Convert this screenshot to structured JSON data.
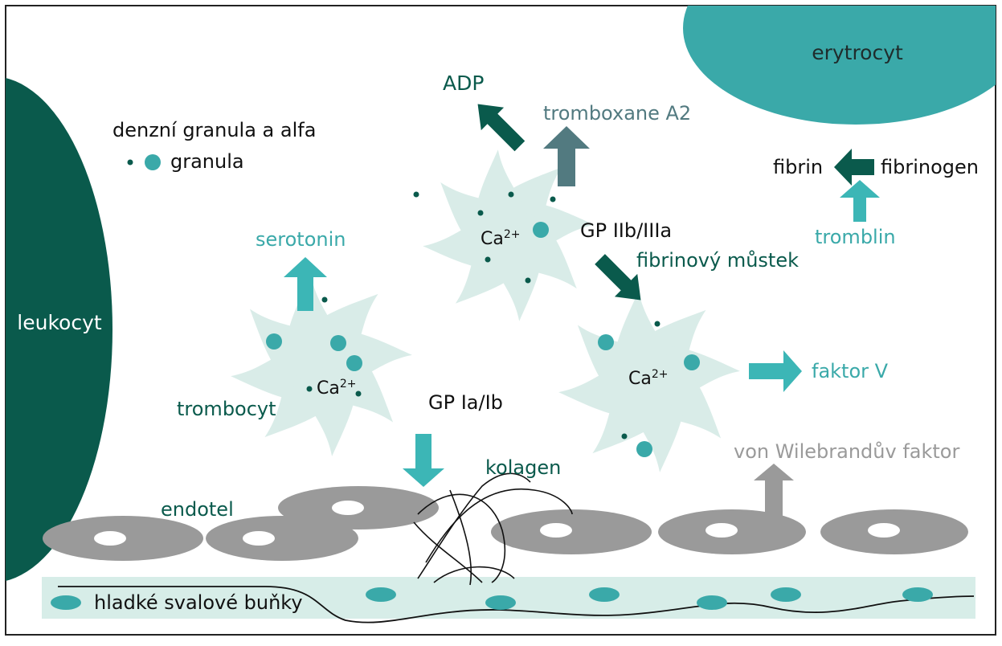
{
  "colors": {
    "dark_teal": "#0a5a4c",
    "teal": "#3aa9a9",
    "light_teal": "#3cb6b6",
    "slate": "#527a80",
    "platelet": "#d9ece8",
    "gray": "#9a9a9a",
    "dark_gray": "#555555",
    "muscle_band": "#d7ede8"
  },
  "labels": {
    "erythrocyte": "erytrocyt",
    "leukocyte": "leukocyt",
    "granules_line1": "denzní granula a alfa",
    "granules_line2": "granula",
    "adp": "ADP",
    "thromboxane": "tromboxane A2",
    "fibrin": "fibrin",
    "fibrinogen": "fibrinogen",
    "thrombin": "tromblin",
    "serotonin": "serotonin",
    "ca_top": "Ca",
    "ca_left": "Ca",
    "ca_right": "Ca",
    "ca_superscript": "2+",
    "gp_iib": "GP IIb/IIIa",
    "fibrin_bridge": "fibrinový můstek",
    "factor_v": "faktor V",
    "thrombocyte": "trombocyt",
    "gp_ia": "GP Ia/Ib",
    "von_willebrand": "von Wilebrandův faktor",
    "collagen": "kolagen",
    "endothelium": "endotel",
    "smooth_muscle": "hladké svalové buňky"
  }
}
